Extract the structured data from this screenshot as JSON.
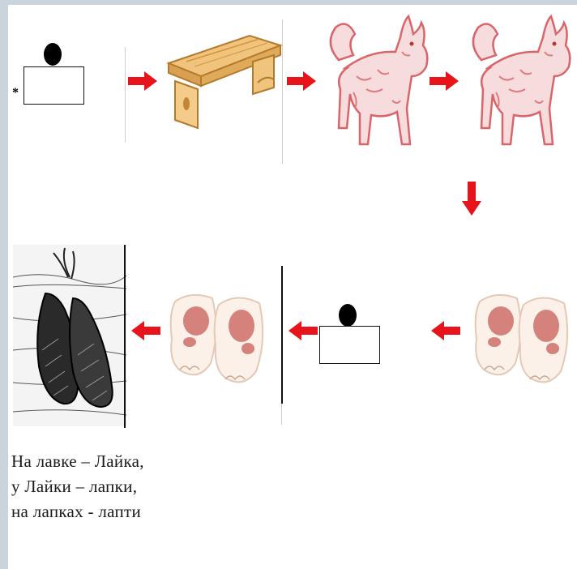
{
  "sequence": [
    "sound-scheme",
    "bench",
    "dog",
    "dog",
    "paws",
    "sound-scheme",
    "paws",
    "bast-shoes"
  ],
  "scheme_mark": "*",
  "poem": {
    "line1": "На лавке – Лайка,",
    "line2": "у Лайки – лапки,",
    "line3": "на лапках - лапти"
  },
  "colors": {
    "arrow": "#e8141c",
    "dog": "#d9646a",
    "paw": "#cf6f6a",
    "bench": "#e6b568"
  }
}
